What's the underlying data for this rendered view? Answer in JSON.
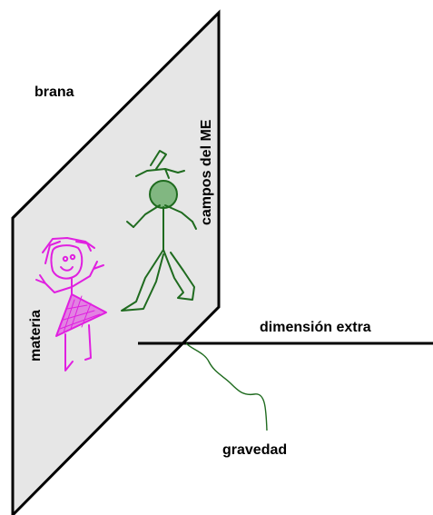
{
  "labels": {
    "brane": "brana",
    "em_fields": "campos del ME",
    "matter": "materia",
    "extra_dimension": "dimensión extra",
    "gravity": "gravedad"
  },
  "colors": {
    "brane_fill": "#e6e6e6",
    "brane_edge": "#000000",
    "matter_figure": "#e020e0",
    "em_figure": "#1f6b1f",
    "gravity_wave": "#1f6b1f",
    "text": "#000000"
  }
}
